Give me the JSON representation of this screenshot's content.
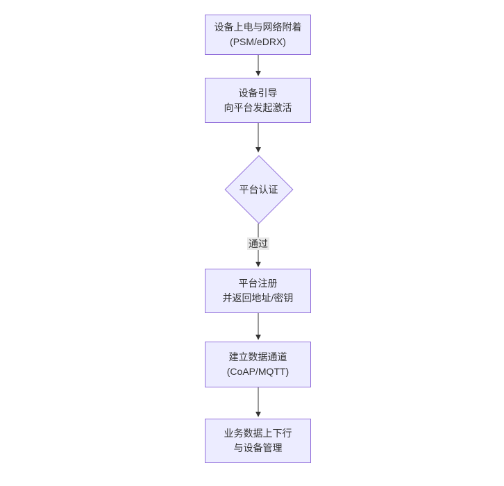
{
  "diagram": {
    "type": "flowchart",
    "direction": "top-down",
    "nodes": [
      {
        "id": "power-attach",
        "shape": "rect",
        "line1": "设备上电与网络附着",
        "line2": "(PSM/eDRX)"
      },
      {
        "id": "bootstrap",
        "shape": "rect",
        "line1": "设备引导",
        "line2": "向平台发起激活"
      },
      {
        "id": "auth",
        "shape": "diamond",
        "line1": "平台认证",
        "line2": ""
      },
      {
        "id": "register",
        "shape": "rect",
        "line1": "平台注册",
        "line2": "并返回地址/密钥"
      },
      {
        "id": "channel",
        "shape": "rect",
        "line1": "建立数据通道",
        "line2": "(CoAP/MQTT)"
      },
      {
        "id": "business",
        "shape": "rect",
        "line1": "业务数据上下行",
        "line2": "与设备管理"
      }
    ],
    "edges": [
      {
        "from": "power-attach",
        "to": "bootstrap",
        "label": ""
      },
      {
        "from": "bootstrap",
        "to": "auth",
        "label": ""
      },
      {
        "from": "auth",
        "to": "register",
        "label": "通过"
      },
      {
        "from": "register",
        "to": "channel",
        "label": ""
      },
      {
        "from": "channel",
        "to": "business",
        "label": ""
      }
    ],
    "colors": {
      "node_fill": "#ECECFF",
      "node_border": "#9370DB",
      "edge_line": "#333333",
      "edge_label_bg": "#e8e8e8",
      "text": "#333333",
      "background": "#ffffff"
    }
  }
}
